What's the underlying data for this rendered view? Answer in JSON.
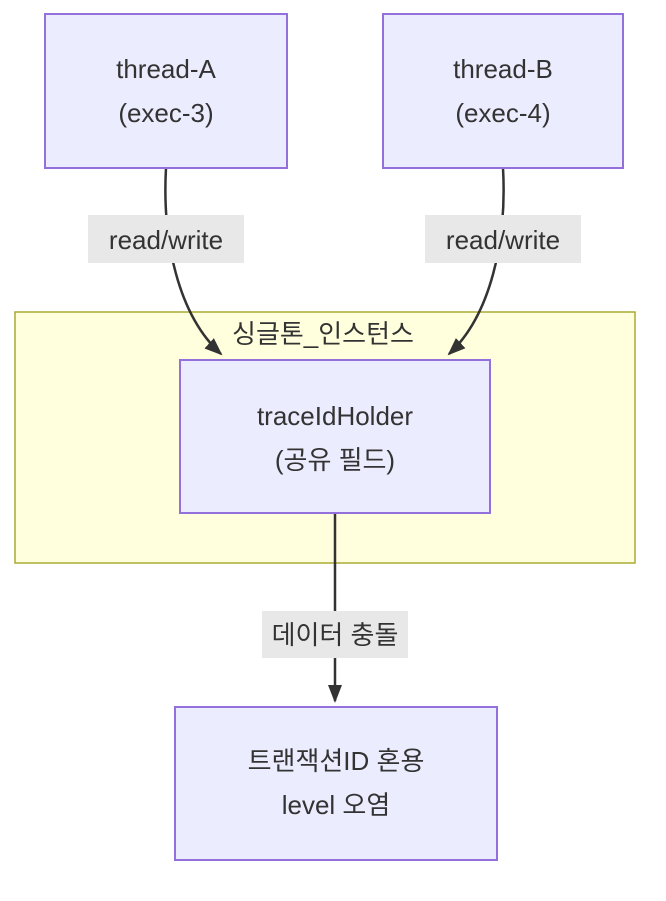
{
  "diagram": {
    "type": "flowchart",
    "direction": "top-bottom",
    "nodes": {
      "thread_a": {
        "line1": "thread-A",
        "line2": "(exec-3)"
      },
      "thread_b": {
        "line1": "thread-B",
        "line2": "(exec-4)"
      },
      "trace_id_holder": {
        "line1": "traceIdHolder",
        "line2": "(공유 필드)"
      },
      "result": {
        "line1": "트랜잭션ID 혼용",
        "line2": "level 오염"
      }
    },
    "cluster": {
      "title": "싱글톤_인스턴스"
    },
    "edges": {
      "thread_a_to_holder": {
        "label": "read/write"
      },
      "thread_b_to_holder": {
        "label": "read/write"
      },
      "holder_to_result": {
        "label": "데이터 충돌"
      }
    },
    "colors": {
      "node_fill": "#ECECFF",
      "node_border": "#9370DB",
      "cluster_fill": "#FFFFDE",
      "cluster_border": "#AAAA33",
      "edge_stroke": "#333333",
      "edge_label_bg": "#E8E8E8",
      "text": "#333333",
      "background": "#FFFFFF"
    }
  }
}
